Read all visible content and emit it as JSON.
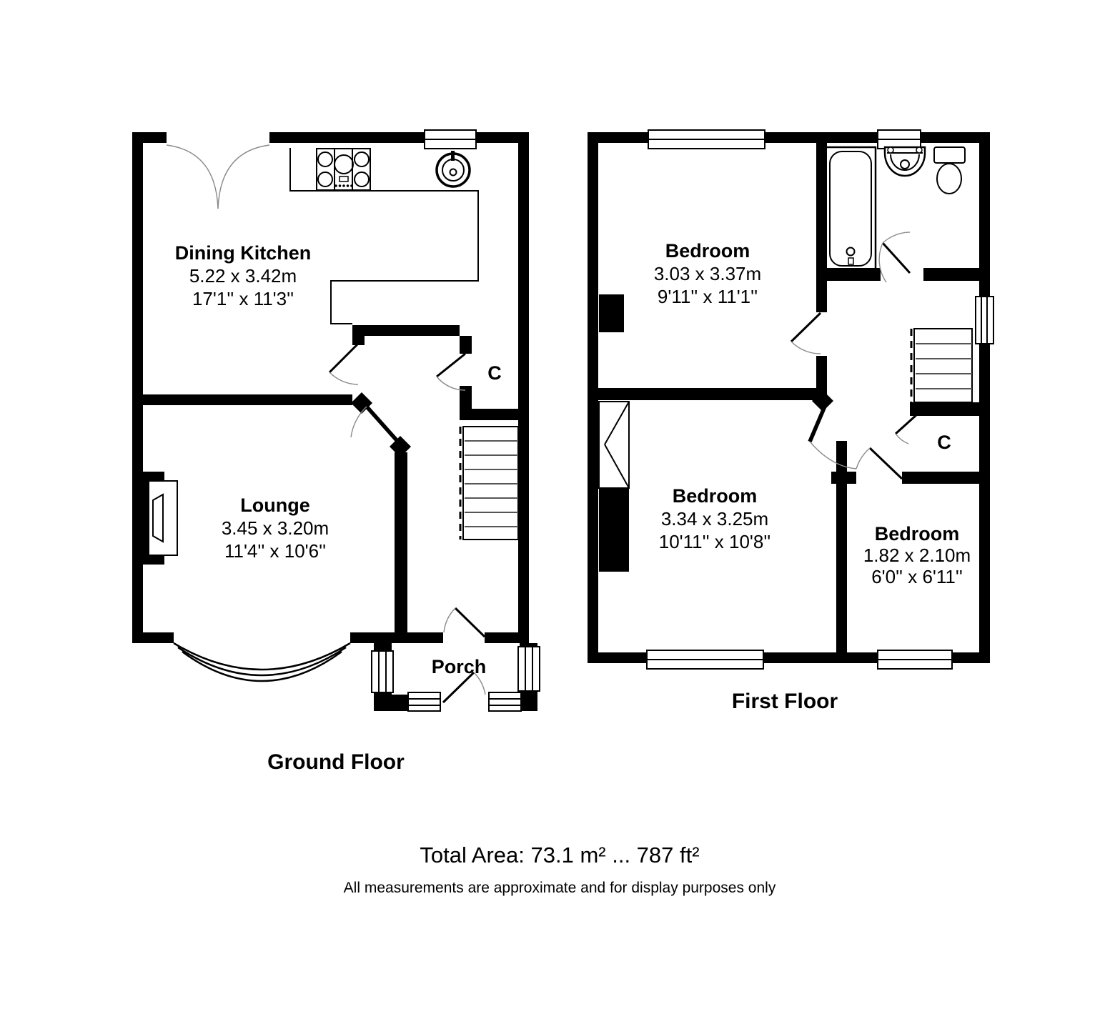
{
  "document": {
    "type": "floorplan",
    "background": "#ffffff",
    "wall_color": "#000000",
    "door_arc_color": "#8a8a8a"
  },
  "ground_floor": {
    "title": "Ground Floor",
    "rooms": {
      "dining_kitchen": {
        "name": "Dining Kitchen",
        "dims_metric": "5.22 x 3.42m",
        "dims_imperial": "17'1'' x 11'3''"
      },
      "lounge": {
        "name": "Lounge",
        "dims_metric": "3.45 x 3.20m",
        "dims_imperial": "11'4'' x 10'6''"
      },
      "porch": {
        "name": "Porch"
      },
      "cupboard": {
        "label": "C"
      }
    },
    "fixtures": [
      "hob",
      "kitchen-sink",
      "stairs",
      "fireplace",
      "bay-window",
      "french-doors"
    ]
  },
  "first_floor": {
    "title": "First Floor",
    "rooms": {
      "bedroom1": {
        "name": "Bedroom",
        "dims_metric": "3.03 x 3.37m",
        "dims_imperial": "9'11'' x 11'1''"
      },
      "bedroom2": {
        "name": "Bedroom",
        "dims_metric": "3.34 x 3.25m",
        "dims_imperial": "10'11'' x 10'8''"
      },
      "bedroom3": {
        "name": "Bedroom",
        "dims_metric": "1.82 x 2.10m",
        "dims_imperial": "6'0'' x 6'11''"
      },
      "cupboard": {
        "label": "C"
      }
    },
    "fixtures": [
      "bath",
      "basin",
      "toilet",
      "stairs",
      "wardrobe",
      "chimney-breast"
    ]
  },
  "footer": {
    "total_area": "Total Area: 73.1 m² ... 787 ft²",
    "disclaimer": "All measurements are approximate and for display purposes only"
  }
}
